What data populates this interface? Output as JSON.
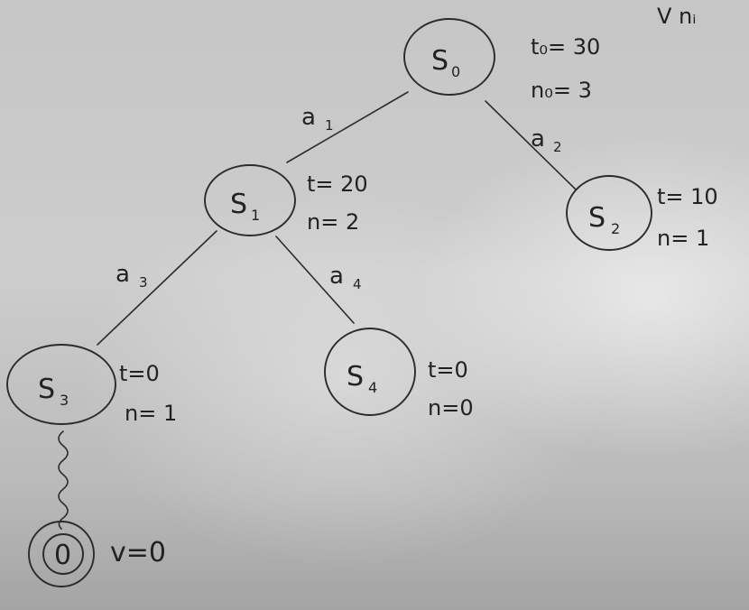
{
  "nodes": [
    {
      "id": "s0",
      "name": "S",
      "sub": "0"
    },
    {
      "id": "s1",
      "name": "S",
      "sub": "1"
    },
    {
      "id": "s2",
      "name": "S",
      "sub": "2"
    },
    {
      "id": "s3",
      "name": "S",
      "sub": "3"
    },
    {
      "id": "s4",
      "name": "S",
      "sub": "4"
    },
    {
      "id": "terminal",
      "name": "0",
      "sub": ""
    }
  ],
  "edges": [
    {
      "from": "s0",
      "to": "s1",
      "label": "a",
      "sub": "1"
    },
    {
      "from": "s0",
      "to": "s2",
      "label": "a",
      "sub": "2"
    },
    {
      "from": "s1",
      "to": "s3",
      "label": "a",
      "sub": "3"
    },
    {
      "from": "s1",
      "to": "s4",
      "label": "a",
      "sub": "4"
    }
  ],
  "annotations": {
    "s0_t": "t₀= 30",
    "s0_n": "n₀= 3",
    "s1_t": "t= 20",
    "s1_n": "n= 2",
    "s2_t": "t= 10",
    "s2_n": "n= 1",
    "s3_t": "t=0",
    "s3_n": "n= 1",
    "s4_t": "t=0",
    "s4_n": "n=0",
    "terminal_v": "v=0",
    "corner": "V  nᵢ"
  }
}
